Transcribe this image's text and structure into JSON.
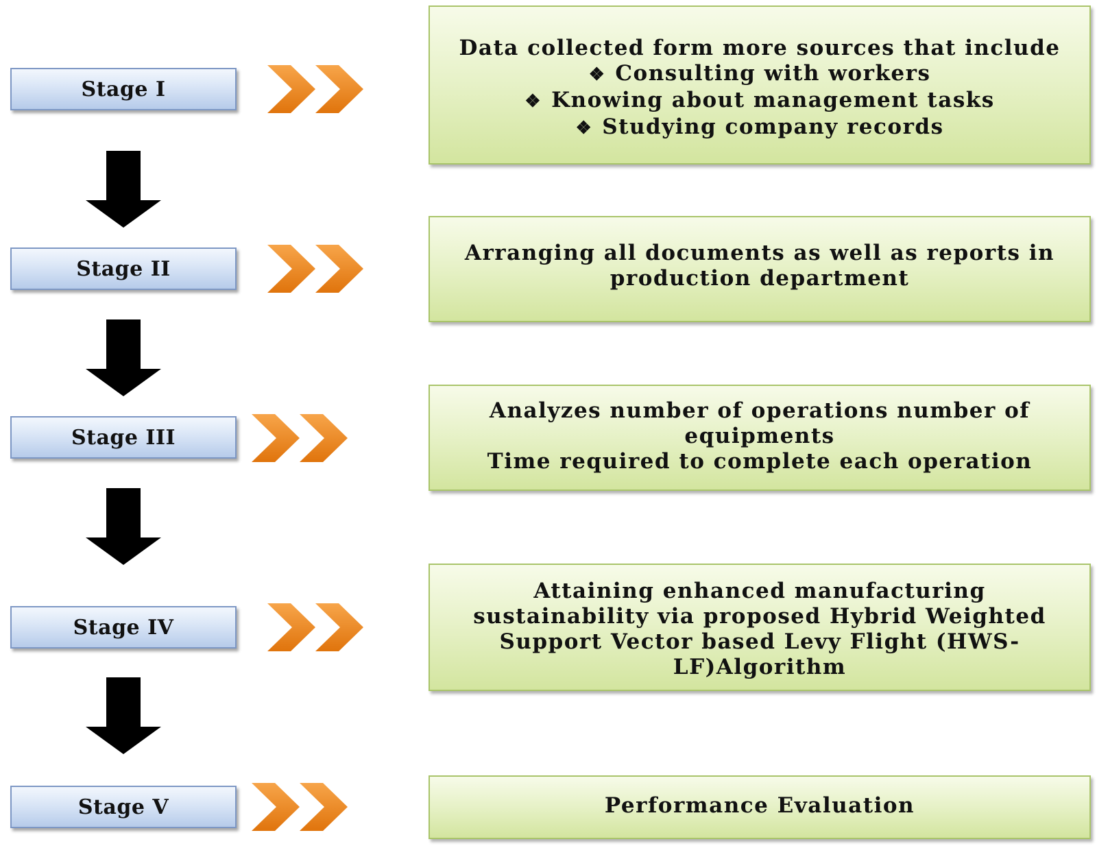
{
  "stages": [
    {
      "label": "Stage I",
      "lines": [
        {
          "text": "Data collected form more sources that include",
          "bullet": false
        },
        {
          "text": "Consulting with workers",
          "bullet": true
        },
        {
          "text": "Knowing about management tasks",
          "bullet": true
        },
        {
          "text": "Studying company records",
          "bullet": true
        }
      ]
    },
    {
      "label": "Stage II",
      "lines": [
        {
          "text": "Arranging all documents as well as reports in",
          "bullet": false
        },
        {
          "text": "production department",
          "bullet": false
        }
      ]
    },
    {
      "label": "Stage III",
      "lines": [
        {
          "text": "Analyzes number of operations number of",
          "bullet": false
        },
        {
          "text": "equipments",
          "bullet": false
        },
        {
          "text": "Time required to complete each operation",
          "bullet": false
        }
      ]
    },
    {
      "label": "Stage IV",
      "lines": [
        {
          "text": "Attaining enhanced manufacturing",
          "bullet": false
        },
        {
          "text": "sustainability via proposed Hybrid Weighted",
          "bullet": false
        },
        {
          "text": "Support Vector based Levy Flight (HWS-",
          "bullet": false
        },
        {
          "text": "LF)Algorithm",
          "bullet": false
        }
      ]
    },
    {
      "label": "Stage V",
      "lines": [
        {
          "text": "Performance Evaluation",
          "bullet": false
        }
      ]
    }
  ],
  "bullet_glyph": "❖",
  "colors": {
    "stage_fill": "#c9daf1",
    "stage_border": "#7d97c4",
    "desc_fill": "#e6f1c6",
    "desc_border": "#a9c46a",
    "chevron": "#f08a1e",
    "down_arrow": "#000000"
  },
  "icons": {
    "flow_arrow": "double-chevron-right-icon",
    "step_arrow": "arrow-down-icon"
  }
}
